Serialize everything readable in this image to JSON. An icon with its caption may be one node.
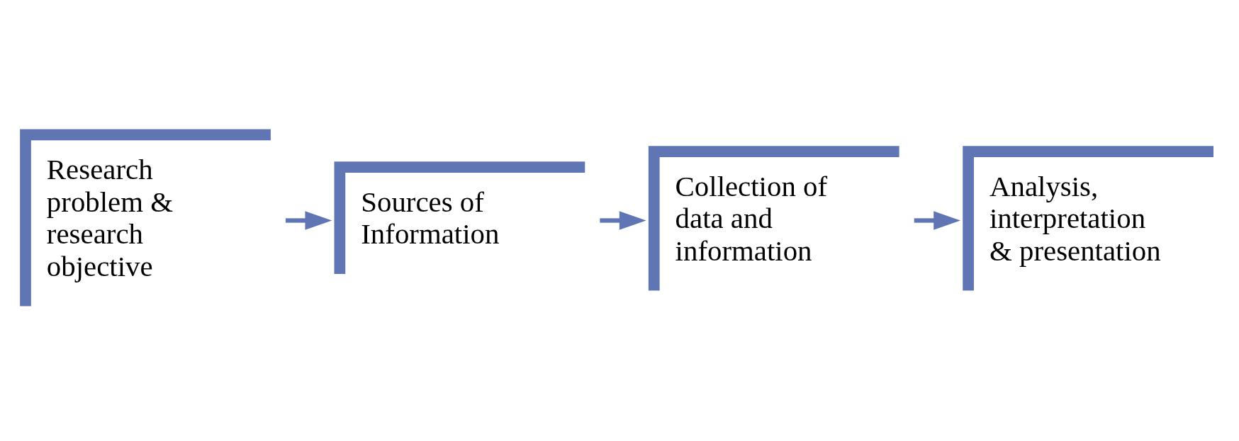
{
  "diagram": {
    "nodes": [
      {
        "text": [
          "Research problem & research objective"
        ]
      },
      {
        "text": [
          "Sources of Information"
        ]
      },
      {
        "text": [
          "Collection of data and information"
        ]
      },
      {
        "text": [
          "Analysis, interpretation & presentation"
        ]
      }
    ],
    "edges": [
      {
        "from": 0,
        "to": 1,
        "arrow": "to"
      },
      {
        "from": 1,
        "to": 2,
        "arrow": "to"
      },
      {
        "from": 2,
        "to": 3,
        "arrow": "to"
      }
    ]
  }
}
